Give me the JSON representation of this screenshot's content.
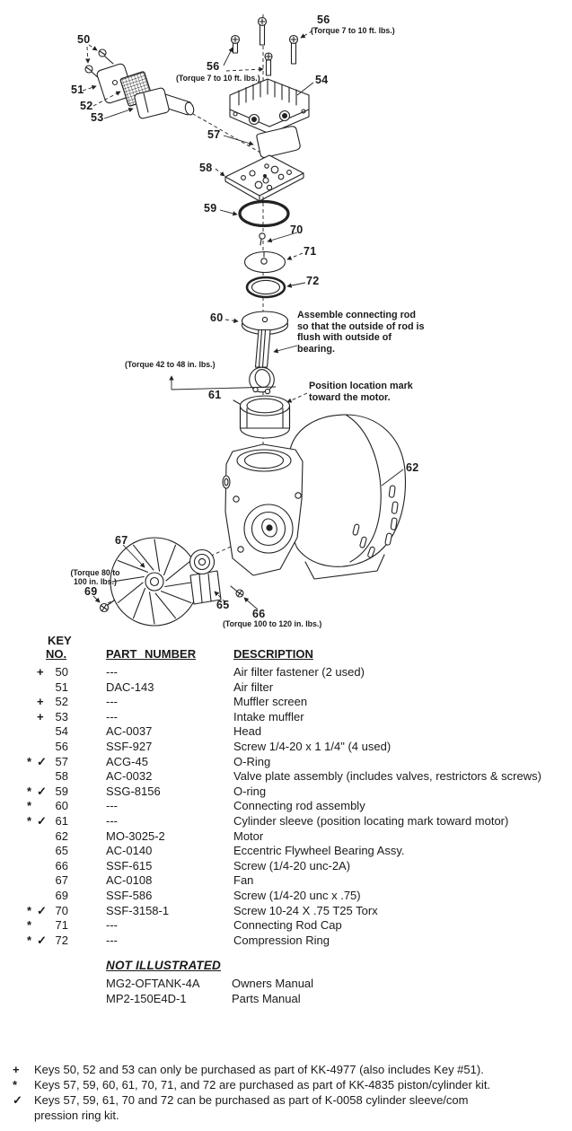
{
  "page": {
    "background": "#ffffff",
    "ink": "#1a1a1a"
  },
  "diagram": {
    "callouts": {
      "c50": "50",
      "c51": "51",
      "c52": "52",
      "c53": "53",
      "c54": "54",
      "c56_mid": "56",
      "c56_top": "56",
      "c57": "57",
      "c58": "58",
      "c59": "59",
      "c60": "60",
      "c61": "61",
      "c62": "62",
      "c65": "65",
      "c66": "66",
      "c67": "67",
      "c69": "69",
      "c70": "70",
      "c71": "71",
      "c72": "72"
    },
    "notes": {
      "torque_7_10_mid": "(Torque 7 to 10 ft. lbs.)",
      "torque_7_10_top": "(Torque 7 to 10 ft. lbs.)",
      "torque_42_48": "(Torque 42 to 48 in. lbs.)",
      "torque_80_100": "(Torque 80 to 100 in. lbs.)",
      "torque_100_120": "(Torque 100 to 120 in. lbs.)",
      "assemble_rod": "Assemble connecting rod so that the outside of rod is flush with outside of bearing.",
      "position_mark": "Position location mark toward the motor."
    }
  },
  "parts_table": {
    "header": {
      "key1": "KEY",
      "key2": "NO.",
      "part": "PART NUMBER",
      "desc": "DESCRIPTION"
    },
    "rows": [
      {
        "star": "",
        "mark": "+",
        "key": "50",
        "part": "---",
        "desc": "Air filter fastener (2 used)"
      },
      {
        "star": "",
        "mark": "",
        "key": "51",
        "part": "DAC-143",
        "desc": "Air filter"
      },
      {
        "star": "",
        "mark": "+",
        "key": "52",
        "part": "---",
        "desc": "Muffler screen"
      },
      {
        "star": "",
        "mark": "+",
        "key": "53",
        "part": "---",
        "desc": "Intake muffler"
      },
      {
        "star": "",
        "mark": "",
        "key": "54",
        "part": "AC-0037",
        "desc": "Head"
      },
      {
        "star": "",
        "mark": "",
        "key": "56",
        "part": "SSF-927",
        "desc": "Screw 1/4-20 x 1 1/4\" (4 used)"
      },
      {
        "star": "*",
        "mark": "✓",
        "key": "57",
        "part": "ACG-45",
        "desc": "O-Ring"
      },
      {
        "star": "",
        "mark": "",
        "key": "58",
        "part": "AC-0032",
        "desc": "Valve plate assembly (includes valves, restrictors & screws)"
      },
      {
        "star": "*",
        "mark": "✓",
        "key": "59",
        "part": "SSG-8156",
        "desc": "O-ring"
      },
      {
        "star": "*",
        "mark": "",
        "key": "60",
        "part": "---",
        "desc": "Connecting rod assembly"
      },
      {
        "star": "*",
        "mark": "✓",
        "key": "61",
        "part": "---",
        "desc": "Cylinder sleeve (position locating mark toward motor)"
      },
      {
        "star": "",
        "mark": "",
        "key": "62",
        "part": "MO-3025-2",
        "desc": "Motor"
      },
      {
        "star": "",
        "mark": "",
        "key": "65",
        "part": "AC-0140",
        "desc": "Eccentric Flywheel Bearing Assy."
      },
      {
        "star": "",
        "mark": "",
        "key": "66",
        "part": "SSF-615",
        "desc": "Screw (1/4-20 unc-2A)"
      },
      {
        "star": "",
        "mark": "",
        "key": "67",
        "part": "AC-0108",
        "desc": "Fan"
      },
      {
        "star": "",
        "mark": "",
        "key": "69",
        "part": "SSF-586",
        "desc": "Screw (1/4-20 unc x .75)"
      },
      {
        "star": "*",
        "mark": "✓",
        "key": "70",
        "part": "SSF-3158-1",
        "desc": "Screw 10-24 X .75 T25 Torx"
      },
      {
        "star": "*",
        "mark": "",
        "key": "71",
        "part": "---",
        "desc": "Connecting Rod Cap"
      },
      {
        "star": "*",
        "mark": "✓",
        "key": "72",
        "part": "---",
        "desc": "Compression Ring"
      }
    ]
  },
  "not_illustrated": {
    "title": "NOT ILLUSTRATED",
    "rows": [
      {
        "part": "MG2-OFTANK-4A",
        "desc": "Owners Manual"
      },
      {
        "part": "MP2-150E4D-1",
        "desc": "Parts Manual"
      }
    ]
  },
  "footnotes": [
    {
      "symbol": "+",
      "text": "Keys 50,  52 and 53 can only be purchased as part of KK-4977 (also includes Key #51)."
    },
    {
      "symbol": "*",
      "text": "Keys 57, 59, 60, 61, 70, 71, and 72 are purchased as part of KK-4835 piston/cylinder kit."
    },
    {
      "symbol": "✓",
      "text": "Keys 57, 59, 61, 70 and 72 can be purchased as part of K-0058 cylinder sleeve/com",
      "text2": "pression ring kit."
    }
  ]
}
